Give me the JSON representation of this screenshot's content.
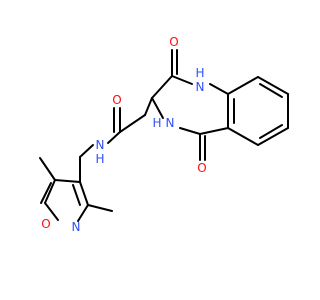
{
  "colors": {
    "carbon_bond": "#000000",
    "oxygen": "#ff0d0d",
    "nitrogen": "#3050f8",
    "background": "#ffffff"
  },
  "atoms": {
    "n_ring_top": "N",
    "h_ring_top": "H",
    "n_ring_bottom": "N",
    "h_ring_bottom": "H",
    "o_ketone_top": "O",
    "o_ketone_bottom": "O",
    "o_amide": "O",
    "n_amide": "N",
    "h_amide": "H",
    "o_isoxazole": "O",
    "n_isoxazole": "N"
  }
}
